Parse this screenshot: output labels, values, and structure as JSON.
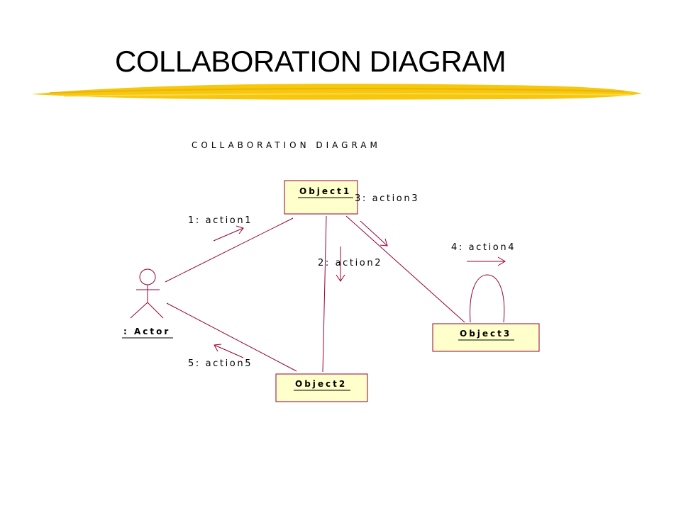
{
  "slide": {
    "title": "COLLABORATION DIAGRAM"
  },
  "diagram": {
    "title": "COLLABORATION DIAGRAM",
    "actor": {
      "label": ": Actor"
    },
    "objects": [
      {
        "label": "Object1"
      },
      {
        "label": "Object2"
      },
      {
        "label": "Object3"
      }
    ],
    "messages": [
      {
        "label": "1: action1"
      },
      {
        "label": "2: action2"
      },
      {
        "label": "3: action3"
      },
      {
        "label": "4: action4"
      },
      {
        "label": "5: action5"
      }
    ],
    "colors": {
      "object_fill": "#FFFFCC",
      "line": "#990033",
      "accent_stroke": "#F5C400"
    }
  }
}
